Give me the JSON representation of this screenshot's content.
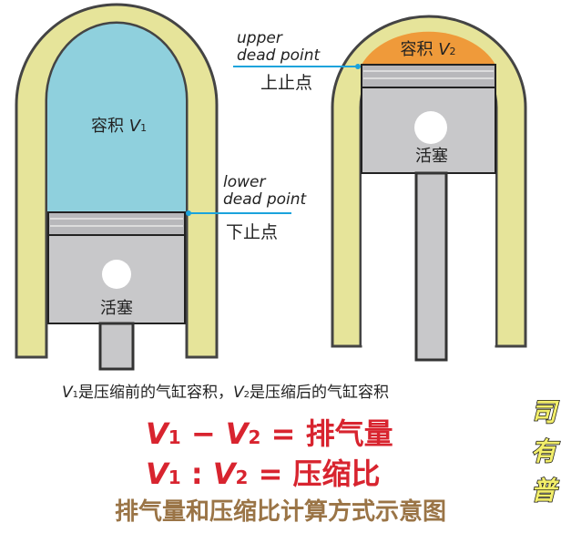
{
  "left_cylinder": {
    "volume_label": "容积",
    "volume_var": "V",
    "volume_sub": "1",
    "piston_label": "活塞"
  },
  "right_cylinder": {
    "volume_label": "容积",
    "volume_var": "V",
    "volume_sub": "2",
    "piston_label": "活塞"
  },
  "upper_dead_point": {
    "en_line1": "upper",
    "en_line2": "dead point",
    "zh": "上止点"
  },
  "lower_dead_point": {
    "en_line1": "lower",
    "en_line2": "dead point",
    "zh": "下止点"
  },
  "caption": {
    "v1": "V",
    "s1": "1",
    "t1": "是压缩前的气缸容积，",
    "v2": "V",
    "s2": "2",
    "t2": "是压缩后的气缸容积"
  },
  "formula1": {
    "v1": "V",
    "s1": "1",
    "op": " − ",
    "v2": "V",
    "s2": "2",
    "rhs": " = 排气量"
  },
  "formula2": {
    "v1": "V",
    "s1": "1",
    "op": " : ",
    "v2": "V",
    "s2": "2",
    "rhs": " = 压缩比"
  },
  "title": "排气量和压缩比计算方式示意图",
  "watermark": [
    "司",
    "有",
    "普"
  ],
  "colors": {
    "wall": "#e6e49a",
    "gas_v1": "#8fd0dd",
    "gas_v2": "#ef9a3a",
    "piston": "#c8c8ca",
    "line": "#1aa3dc",
    "accent": "#d8242f"
  }
}
